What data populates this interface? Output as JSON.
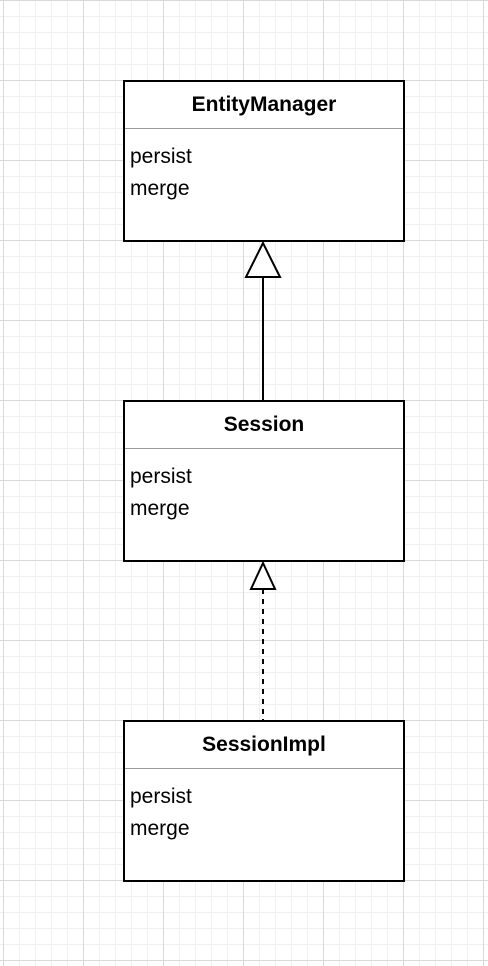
{
  "diagram": {
    "classes": [
      {
        "name": "EntityManager",
        "members": [
          "persist",
          "merge"
        ]
      },
      {
        "name": "Session",
        "members": [
          "persist",
          "merge"
        ]
      },
      {
        "name": "SessionImpl",
        "members": [
          "persist",
          "merge"
        ]
      }
    ],
    "relations": [
      {
        "from": "Session",
        "to": "EntityManager",
        "type": "generalization",
        "line": "solid"
      },
      {
        "from": "SessionImpl",
        "to": "Session",
        "type": "realization",
        "line": "dashed"
      }
    ]
  }
}
